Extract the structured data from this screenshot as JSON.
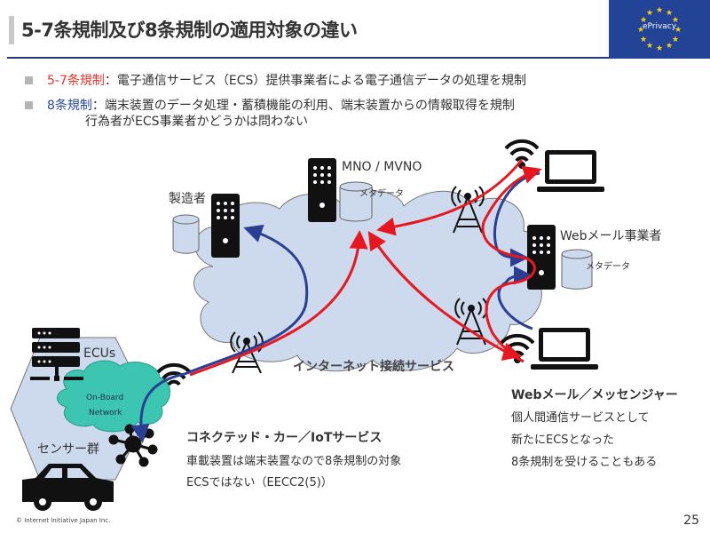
{
  "header": {
    "title": "5-7条規制及び8条規制の適用対象の違い",
    "badge": "ePrivacy"
  },
  "bullets": [
    {
      "label": "5-7条規制",
      "label_color": "#e8332b",
      "text": "：電子通信サービス（ECS）提供事業者による電子通信データの処理を規制"
    },
    {
      "label": "8条規制",
      "label_color": "#2a4a9a",
      "text": "：端末装置のデータ処理・蓄積機能の利用、端末装置からの情報取得を規制",
      "continuation": "行為者がECS事業者かどうかは問わない"
    }
  ],
  "diagram": {
    "manufacturer": "製造者",
    "mno": "MNO / MVNO",
    "mno_meta": "メタデータ",
    "webmail_provider": "Webメール事業者",
    "webmail_meta": "メタデータ",
    "internet": "インターネット接続サービス",
    "ecus": "ECUs",
    "onboard_line1": "On-Board",
    "onboard_line2": "Network",
    "sensors": "センサー群",
    "colors": {
      "art57": "#e8171f",
      "art8": "#2a3f93",
      "cloud": "#cdd9ec",
      "onboard": "#3cc5b0",
      "hex": "#cdd9ec"
    }
  },
  "connected_car": {
    "title": "コネクテッド・カー／IoTサービス",
    "line1": "車載装置は端末装置なので8条規制の対象",
    "line2": "ECSではない（EECC2(5)）"
  },
  "webmail": {
    "title": "Webメール／メッセンジャー",
    "line1": "個人間通信サービスとして",
    "line2": "新たにECSとなった",
    "line3": "8条規制を受けることもある"
  },
  "footer": {
    "copyright": "© Internet Initiative Japan Inc.",
    "page": "25"
  }
}
